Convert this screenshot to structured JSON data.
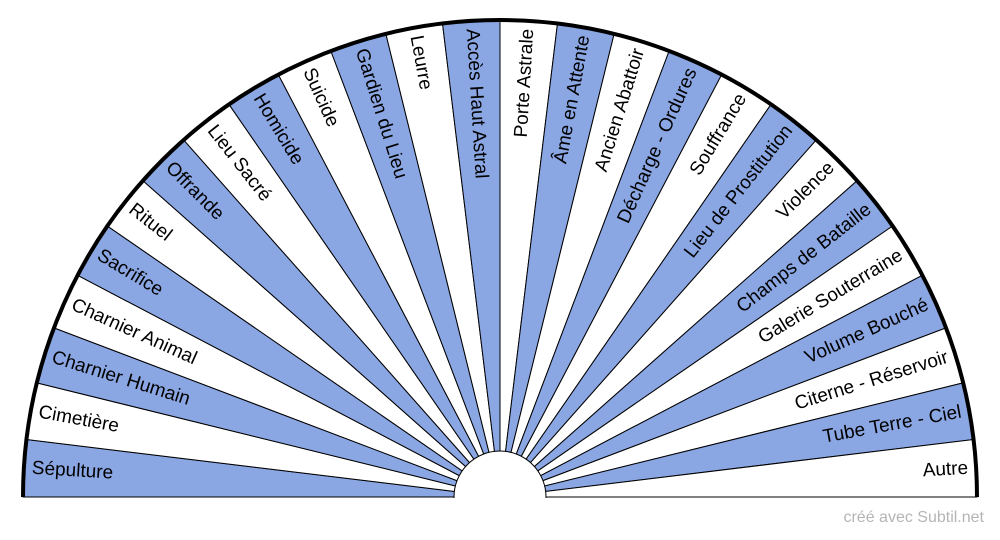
{
  "sectors": [
    {
      "label": "Sépulture",
      "fill": "#8aa6e3"
    },
    {
      "label": "Cimetière",
      "fill": "#ffffff"
    },
    {
      "label": "Charnier Humain",
      "fill": "#8aa6e3"
    },
    {
      "label": "Charnier Animal",
      "fill": "#ffffff"
    },
    {
      "label": "Sacrifice",
      "fill": "#8aa6e3"
    },
    {
      "label": "Rituel",
      "fill": "#ffffff"
    },
    {
      "label": "Offrande",
      "fill": "#8aa6e3"
    },
    {
      "label": "Lieu Sacré",
      "fill": "#ffffff"
    },
    {
      "label": "Homicide",
      "fill": "#8aa6e3"
    },
    {
      "label": "Suicide",
      "fill": "#ffffff"
    },
    {
      "label": "Gardien du Lieu",
      "fill": "#8aa6e3"
    },
    {
      "label": "Leurre",
      "fill": "#ffffff"
    },
    {
      "label": "Accès Haut Astral",
      "fill": "#8aa6e3"
    },
    {
      "label": "Porte Astrale",
      "fill": "#ffffff"
    },
    {
      "label": "Âme en Attente",
      "fill": "#8aa6e3"
    },
    {
      "label": "Ancien Abattoir",
      "fill": "#ffffff"
    },
    {
      "label": "Décharge - Ordures",
      "fill": "#8aa6e3"
    },
    {
      "label": "Souffrance",
      "fill": "#ffffff"
    },
    {
      "label": "Lieu de Prostitution",
      "fill": "#8aa6e3"
    },
    {
      "label": "Violence",
      "fill": "#ffffff"
    },
    {
      "label": "Champs de Bataille",
      "fill": "#8aa6e3"
    },
    {
      "label": "Galerie Souterraine",
      "fill": "#ffffff"
    },
    {
      "label": "Volume Bouché",
      "fill": "#8aa6e3"
    },
    {
      "label": "Citerne - Réservoir",
      "fill": "#ffffff"
    },
    {
      "label": "Tube Terre - Ciel",
      "fill": "#8aa6e3"
    },
    {
      "label": "Autre",
      "fill": "#ffffff"
    }
  ],
  "colors": {
    "border": "#000000",
    "text": "#000000",
    "credit": "#b5b5b5"
  },
  "credit": "créé avec Subtil.net"
}
